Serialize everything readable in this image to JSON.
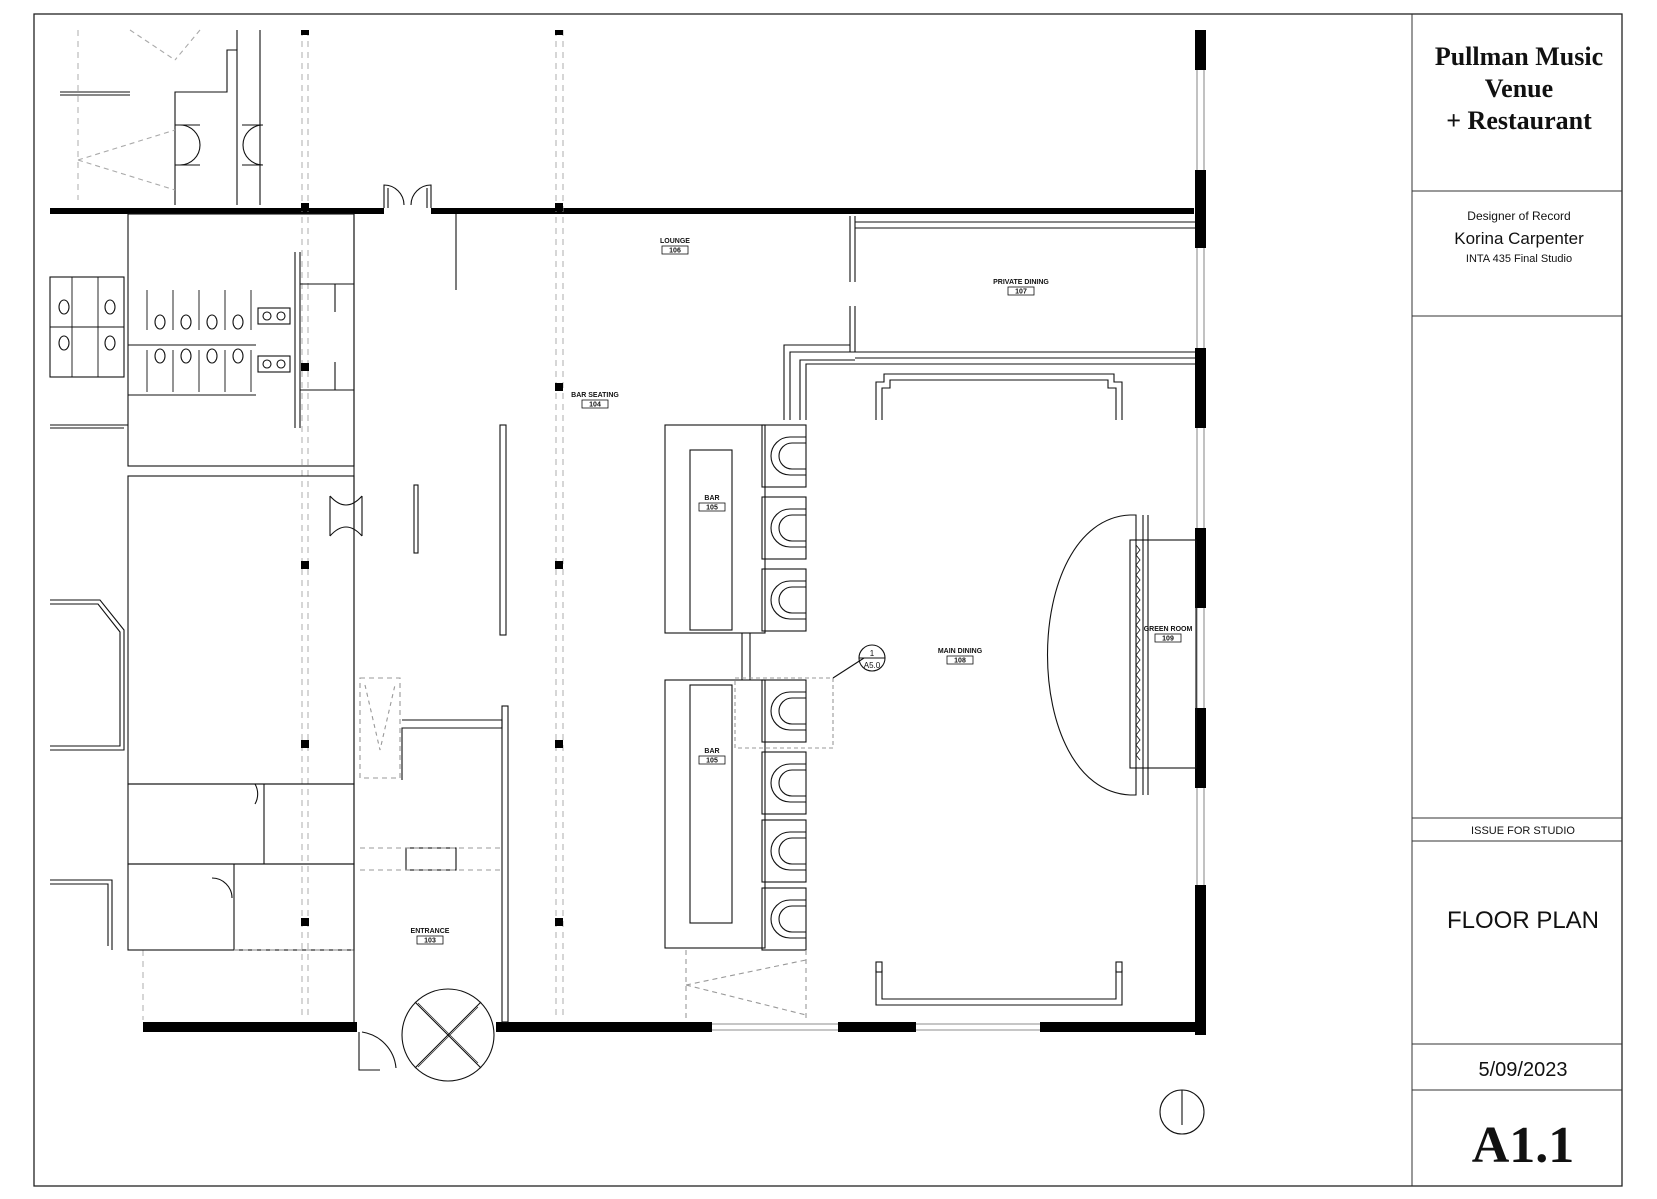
{
  "title_block": {
    "project_line1": "Pullman Music",
    "project_line2": "Venue",
    "project_line3": "+ Restaurant",
    "designer_caption": "Designer of Record",
    "designer_name": "Korina Carpenter",
    "course": "INTA 435 Final Studio",
    "issue": "ISSUE FOR STUDIO",
    "sheet_title": "FLOOR PLAN",
    "date": "5/09/2023",
    "sheet_number": "A1.1"
  },
  "rooms": [
    {
      "name": "LOUNGE",
      "number": "106"
    },
    {
      "name": "PRIVATE DINING",
      "number": "107"
    },
    {
      "name": "BAR SEATING",
      "number": "104"
    },
    {
      "name": "BAR",
      "number": "105"
    },
    {
      "name": "BAR",
      "number": "105"
    },
    {
      "name": "MAIN DINING",
      "number": "108"
    },
    {
      "name": "GREEN ROOM",
      "number": "109"
    },
    {
      "name": "ENTRANCE",
      "number": "103"
    }
  ],
  "section_marker": {
    "number": "1",
    "sheet": "A5.0"
  },
  "colors": {
    "line": "#111111",
    "wall": "#000000",
    "dashed": "#888888",
    "paper": "#ffffff"
  }
}
